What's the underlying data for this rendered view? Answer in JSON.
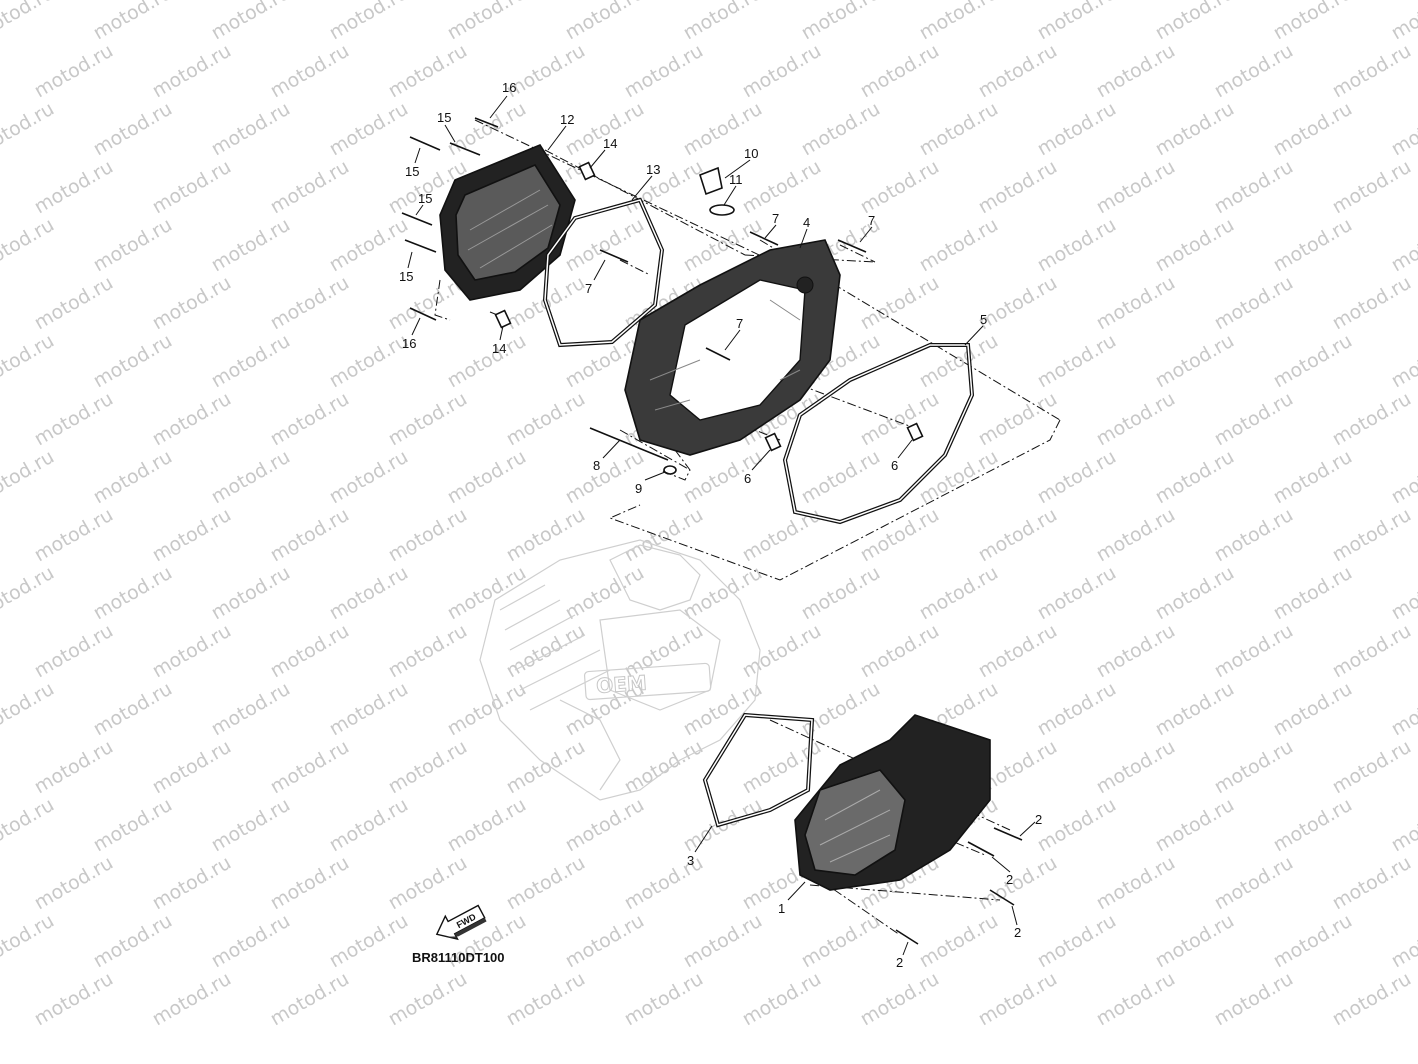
{
  "watermark": "motod.ru",
  "ghost_logo": "OEM",
  "drawing_code": "BR81110DT100",
  "fwd_label": "FWD",
  "callouts": [
    "16",
    "12",
    "15",
    "14",
    "10",
    "13",
    "11",
    "15",
    "15",
    "7",
    "4",
    "7",
    "15",
    "7",
    "7",
    "16",
    "14",
    "5",
    "8",
    "9",
    "6",
    "6",
    "3",
    "2",
    "1",
    "2",
    "2",
    "2"
  ]
}
